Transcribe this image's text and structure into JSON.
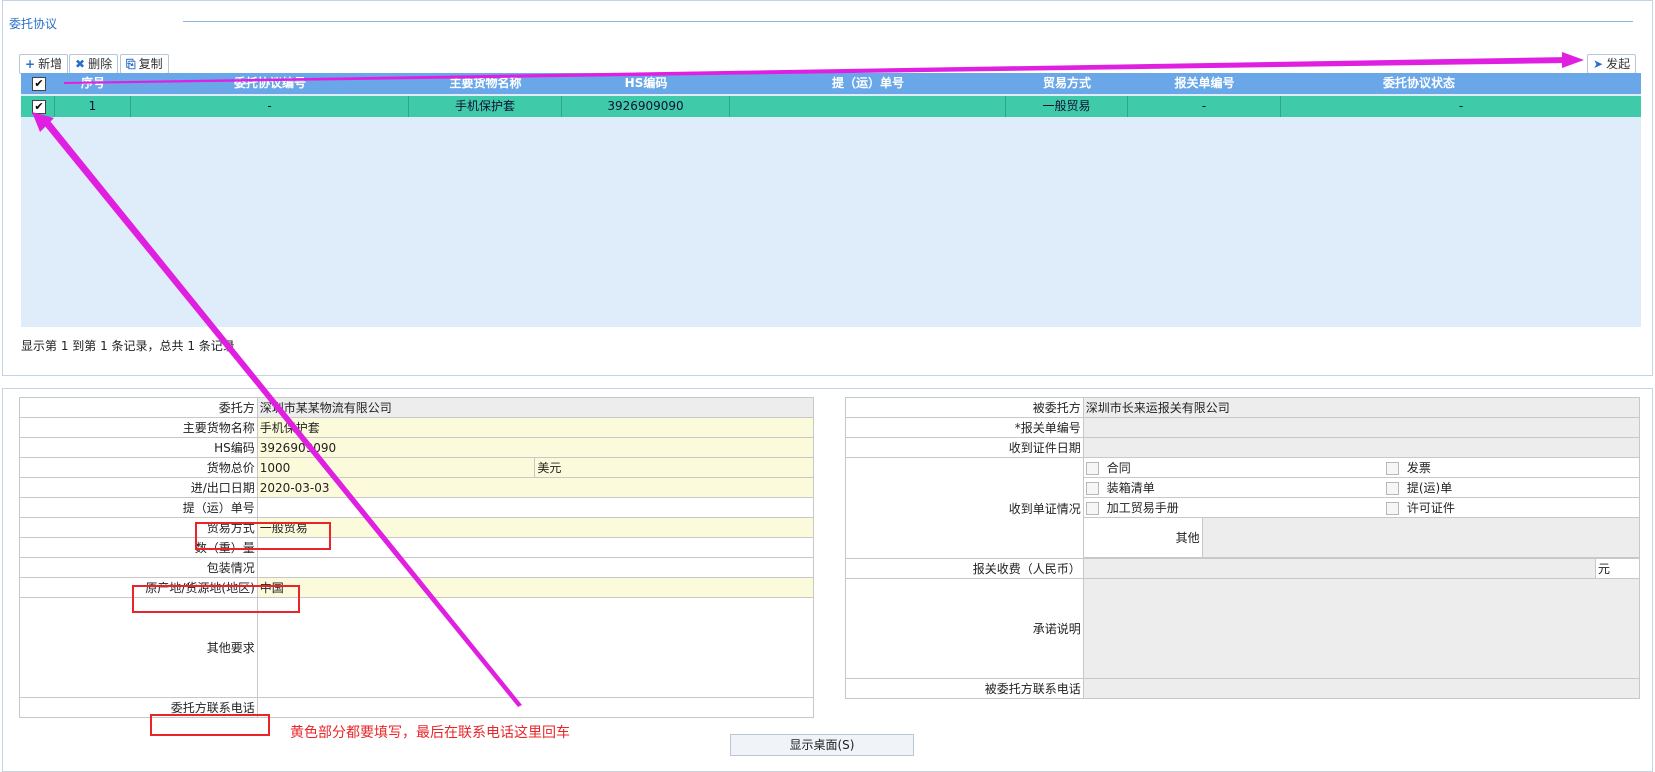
{
  "panel": {
    "title": "委托协议"
  },
  "toolbar": {
    "add": {
      "icon": "+",
      "label": "新增"
    },
    "delete": {
      "icon": "✖",
      "label": "删除"
    },
    "copy": {
      "icon": "⎘",
      "label": "复制"
    },
    "send": {
      "icon": "➤",
      "label": "发起"
    }
  },
  "grid": {
    "columns": [
      "序号",
      "委托协议编号",
      "主要货物名称",
      "HS编码",
      "提（运）单号",
      "贸易方式",
      "报关单编号",
      "委托协议状态"
    ],
    "rows": [
      {
        "checked": true,
        "cells": [
          "1",
          "-",
          "手机保护套",
          "3926909090",
          "",
          "一般贸易",
          "-",
          "-"
        ]
      }
    ]
  },
  "pager": "显示第 1 到第 1 条记录，总共 1 条记录",
  "form_left": {
    "client_label": "委托方",
    "client_value": "深圳市某某物流有限公司",
    "goods_label": "主要货物名称",
    "goods_value": "手机保护套",
    "hs_label": "HS编码",
    "hs_value": "3926909090",
    "total_label": "货物总价",
    "total_value": "1000",
    "currency": "美元",
    "date_label": "进/出口日期",
    "date_value": "2020-03-03",
    "bill_label": "提（运）单号",
    "bill_value": "",
    "trade_label": "贸易方式",
    "trade_value": "一般贸易",
    "qty_label": "数（重）量",
    "qty_value": "",
    "pack_label": "包装情况",
    "pack_value": "",
    "origin_label": "原产地/货源地(地区)",
    "origin_value": "中国",
    "other_label": "其他要求",
    "other_value": "",
    "phone_label": "委托方联系电话",
    "phone_value": ""
  },
  "form_right": {
    "agent_label": "被委托方",
    "agent_value": "深圳市长来运报关有限公司",
    "decl_label": "*报关单编号",
    "doc_date_label": "收到证件日期",
    "docs_label": "收到单证情况",
    "docs": [
      "合同",
      "发票",
      "装箱清单",
      "提(运)单",
      "加工贸易手册",
      "许可证件"
    ],
    "other_label": "其他",
    "fee_label": "报关收费（人民币）",
    "fee_unit": "元",
    "promise_label": "承诺说明",
    "agent_phone_label": "被委托方联系电话"
  },
  "annotation": "黄色部分都要填写，最后在联系电话这里回车",
  "taskbar_button": "显示桌面(S)",
  "colors": {
    "header": "#6aa7e8",
    "selected_row": "#3fcaaa",
    "grid_bg": "#dfedfb",
    "required_bg": "#fbfbdc",
    "readonly_bg": "#ededed",
    "annotation": "#e8262a",
    "arrow": "#e020e0"
  }
}
